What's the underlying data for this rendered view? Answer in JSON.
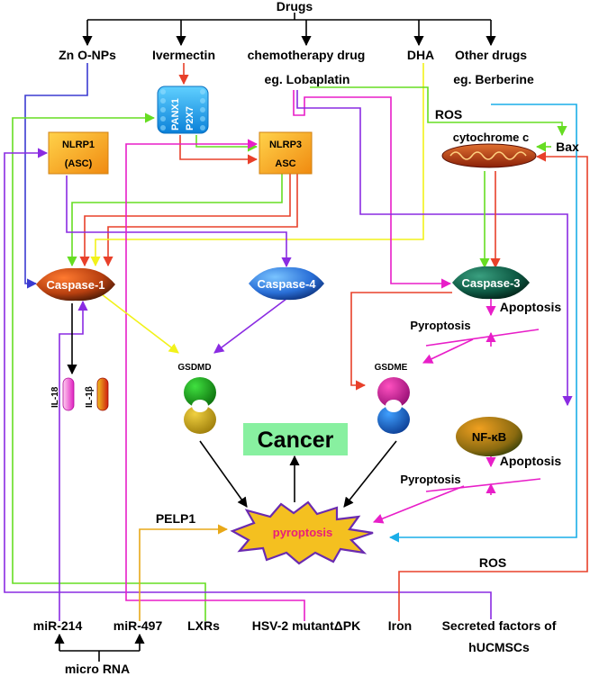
{
  "nodes": {
    "drugs": "Drugs",
    "zno": "Zn O-NPs",
    "ivermectin": "Ivermectin",
    "chemo": "chemotherapy drug",
    "lobaplatin": "eg. Lobaplatin",
    "dha": "DHA",
    "other": "Other drugs",
    "berberine": "eg. Berberine",
    "panx1": "PANX1",
    "p2x7": "P2X7",
    "ros_top": "ROS",
    "nlrp1": "NLRP1",
    "asc1": "(ASC)",
    "nlrp3": "NLRP3",
    "asc3": "ASC",
    "cytochrome": "cytochrome c",
    "bax": "Bax",
    "caspase1": "Caspase-1",
    "caspase4": "Caspase-4",
    "caspase3": "Caspase-3",
    "apoptosis1": "Apoptosis",
    "pyroptosis1": "Pyroptosis",
    "gsdmd": "GSDMD",
    "gsdme": "GSDME",
    "il18": "IL-18",
    "il1b": "IL-1β",
    "nfkb": "NF-κB",
    "apoptosis2": "Apoptosis",
    "pyroptosis2": "Pyroptosis",
    "cancer": "Cancer",
    "pelp1": "PELP1",
    "pyroptosis_center": "pyroptosis",
    "ros_bottom": "ROS",
    "mir214": "miR-214",
    "mir497": "miR-497",
    "lxrs": "LXRs",
    "hsv2": "HSV-2 mutantΔPK",
    "iron": "Iron",
    "secreted1": "Secreted factors of",
    "secreted2": "hUCMSCs",
    "microrna": "micro RNA"
  },
  "colors": {
    "blue": "#3b3bd1",
    "purple": "#8a2be2",
    "red": "#e8402a",
    "green": "#66dd22",
    "yellow": "#f2f21a",
    "magenta": "#e81ec8",
    "cyan": "#1aaee8",
    "orange": "#e07a20",
    "gold": "#e8a818",
    "black": "#000000"
  }
}
